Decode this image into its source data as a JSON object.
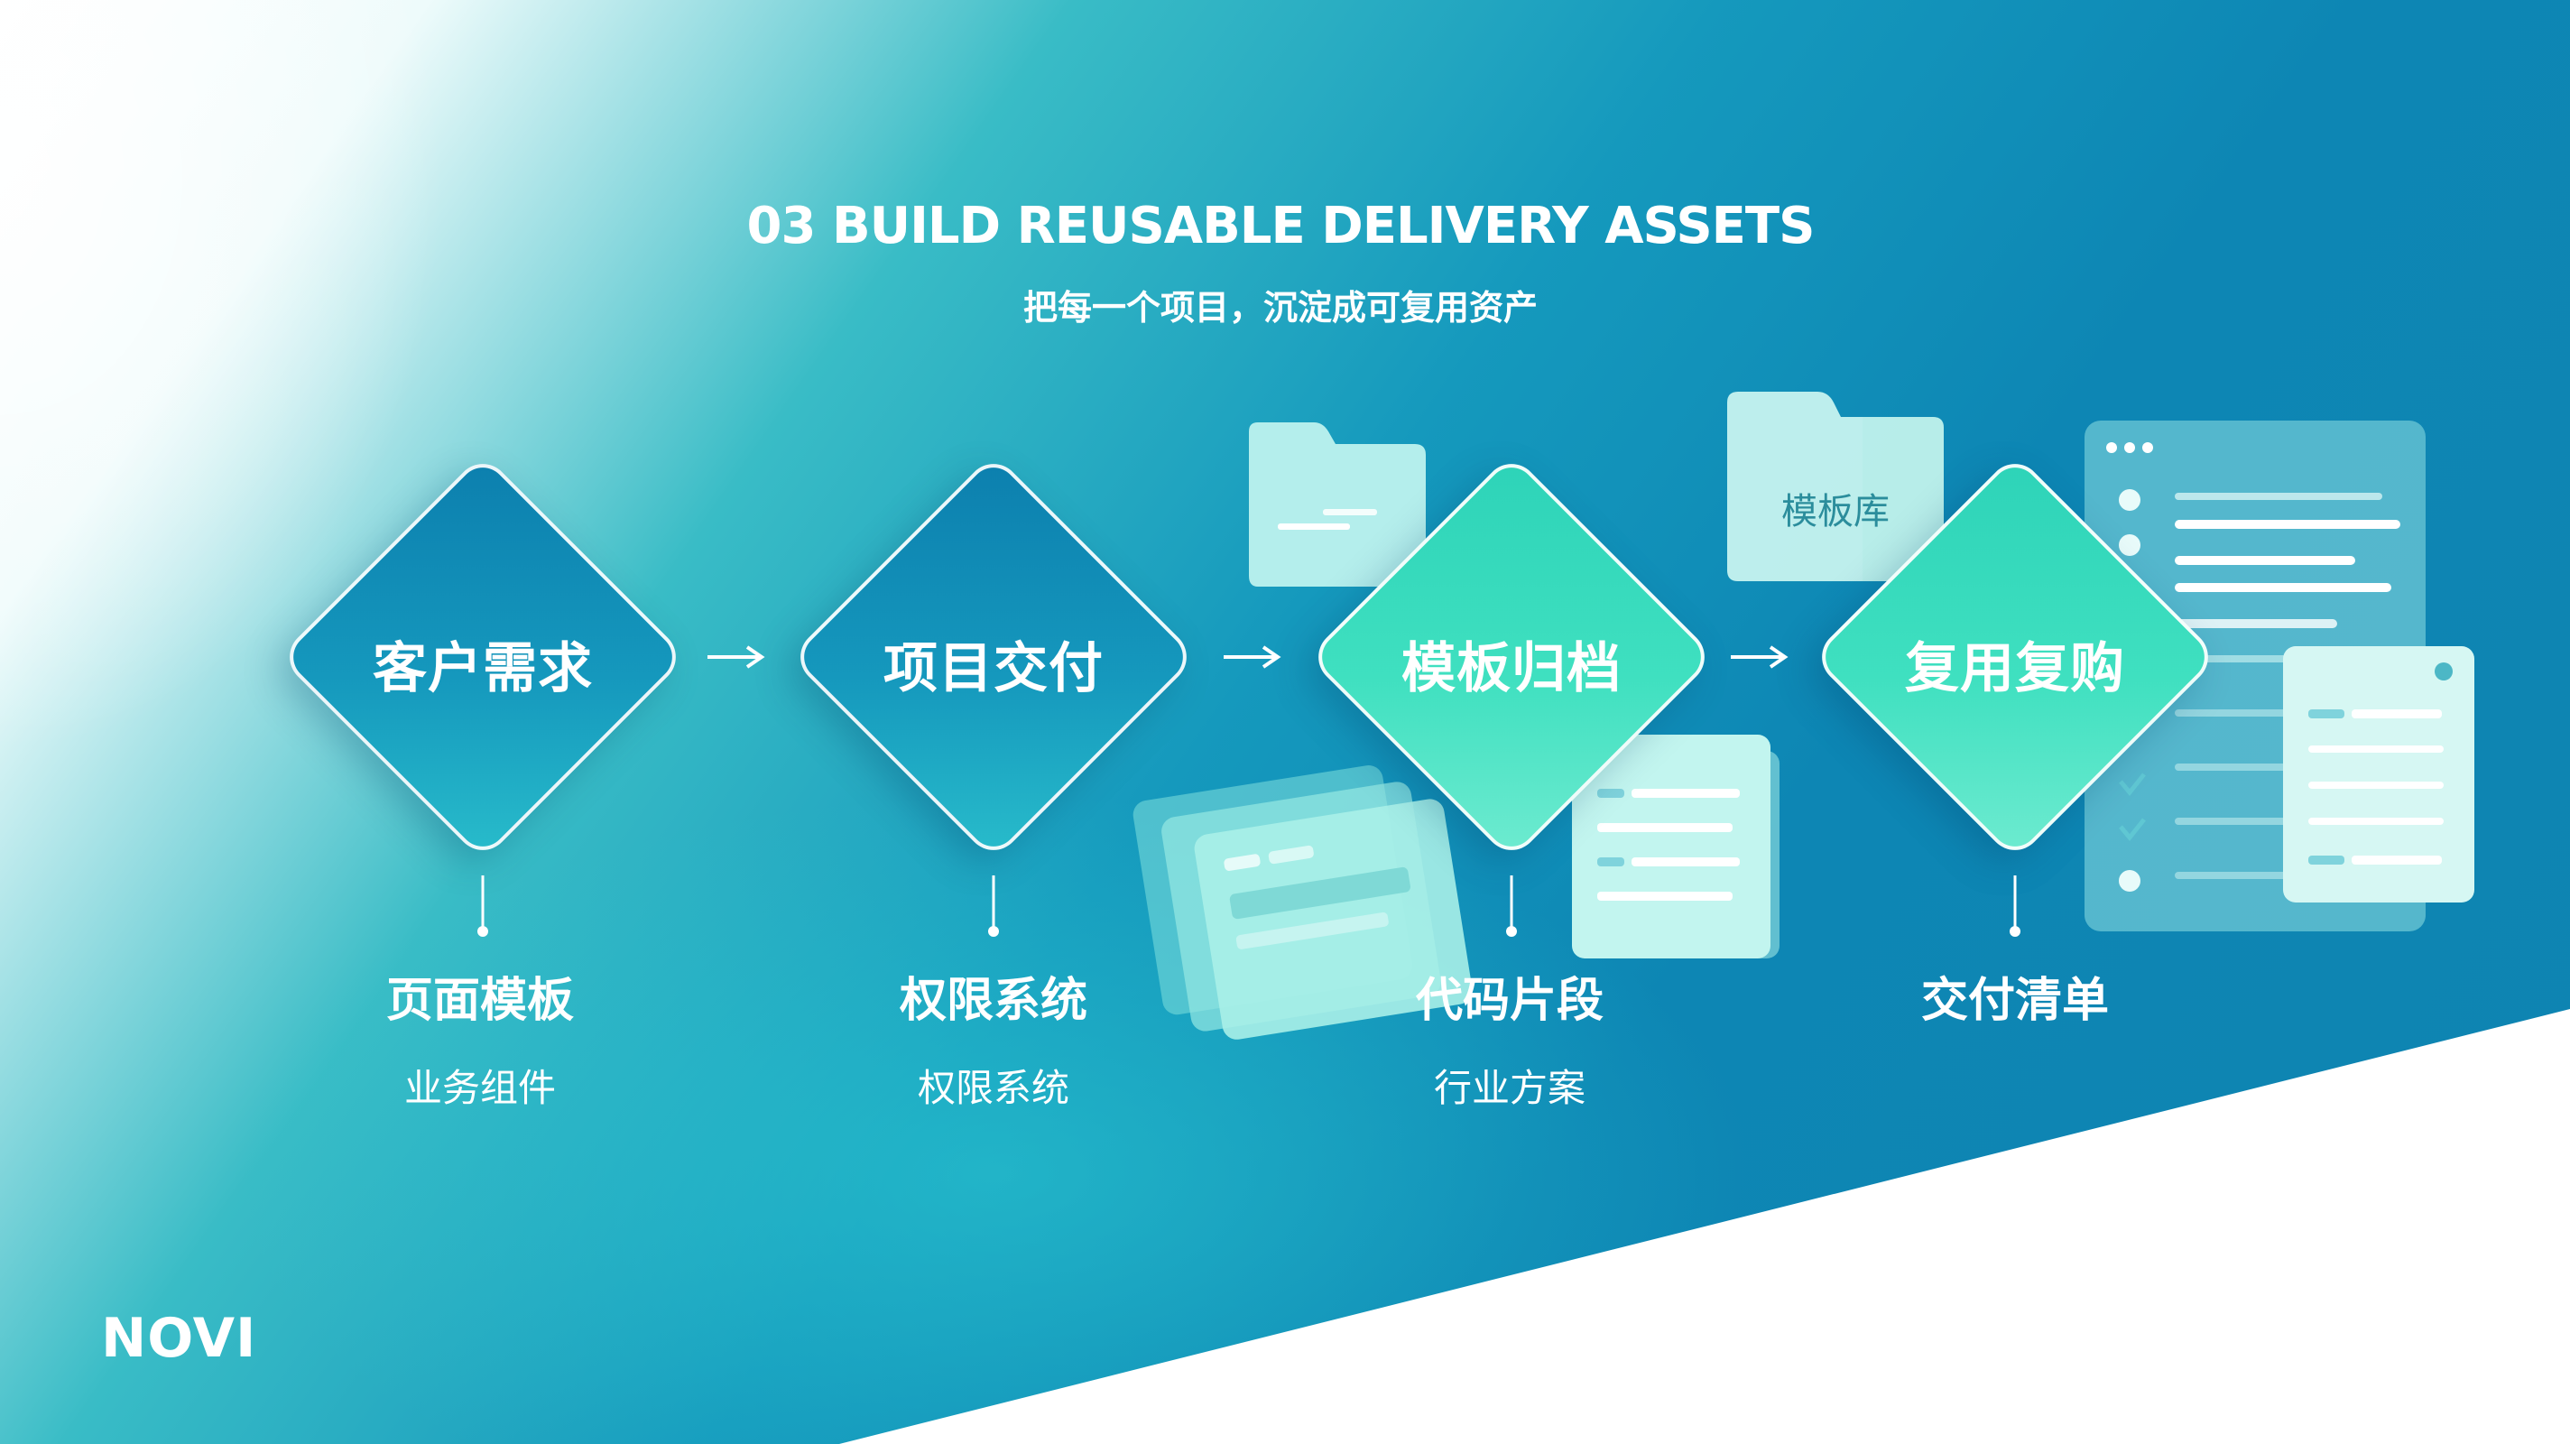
{
  "header": {
    "title": "03 BUILD REUSABLE DELIVERY ASSETS",
    "subtitle": "把每一个项目，沉淀成可复用资产"
  },
  "steps": [
    {
      "label": "客户需求",
      "title": "页面模板",
      "sub": "业务组件"
    },
    {
      "label": "项目交付",
      "title": "权限系统",
      "sub": "权限系统"
    },
    {
      "label": "模板归档",
      "title": "代码片段",
      "sub": "行业方案"
    },
    {
      "label": "复用复购",
      "title": "交付清单",
      "sub": ""
    }
  ],
  "decorations": {
    "template_library_label": "模板库"
  },
  "brand": "NOVI",
  "colors": {
    "diamond_dark": "#0c7fae",
    "diamond_light": "#3fe0c0",
    "text": "#ffffff"
  }
}
